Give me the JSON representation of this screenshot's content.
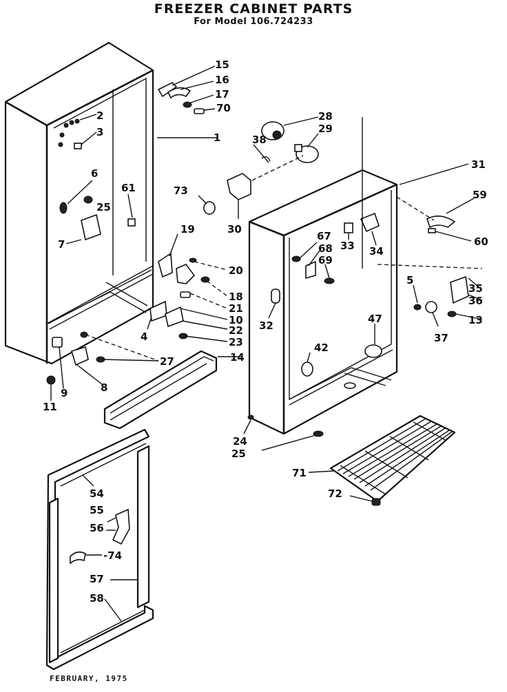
{
  "header": {
    "title": "FREEZER CABINET PARTS",
    "subtitle": "For Model 106.724233"
  },
  "footer": {
    "date": "FEBRUARY, 1975"
  },
  "callouts": [
    {
      "id": "c15",
      "label": "15"
    },
    {
      "id": "c16",
      "label": "16"
    },
    {
      "id": "c17",
      "label": "17"
    },
    {
      "id": "c70",
      "label": "70"
    },
    {
      "id": "c2",
      "label": "2"
    },
    {
      "id": "c3",
      "label": "3"
    },
    {
      "id": "c1",
      "label": "1"
    },
    {
      "id": "c6",
      "label": "6"
    },
    {
      "id": "c25a",
      "label": "25"
    },
    {
      "id": "c61",
      "label": "61"
    },
    {
      "id": "c7",
      "label": "7"
    },
    {
      "id": "c73",
      "label": "73"
    },
    {
      "id": "c19",
      "label": "19"
    },
    {
      "id": "c20",
      "label": "20"
    },
    {
      "id": "c18",
      "label": "18"
    },
    {
      "id": "c21",
      "label": "21"
    },
    {
      "id": "c10",
      "label": "10"
    },
    {
      "id": "c22",
      "label": "22"
    },
    {
      "id": "c23",
      "label": "23"
    },
    {
      "id": "c4",
      "label": "4"
    },
    {
      "id": "c27",
      "label": "27"
    },
    {
      "id": "c14",
      "label": "14"
    },
    {
      "id": "c8",
      "label": "8"
    },
    {
      "id": "c9",
      "label": "9"
    },
    {
      "id": "c11",
      "label": "11"
    },
    {
      "id": "c28",
      "label": "28"
    },
    {
      "id": "c29",
      "label": "29"
    },
    {
      "id": "c38",
      "label": "38"
    },
    {
      "id": "c30",
      "label": "30"
    },
    {
      "id": "c31",
      "label": "31"
    },
    {
      "id": "c59",
      "label": "59"
    },
    {
      "id": "c60",
      "label": "60"
    },
    {
      "id": "c67",
      "label": "67"
    },
    {
      "id": "c68",
      "label": "68"
    },
    {
      "id": "c69",
      "label": "69"
    },
    {
      "id": "c33",
      "label": "33"
    },
    {
      "id": "c34",
      "label": "34"
    },
    {
      "id": "c5",
      "label": "5"
    },
    {
      "id": "c35",
      "label": "35"
    },
    {
      "id": "c36",
      "label": "36"
    },
    {
      "id": "c13",
      "label": "13"
    },
    {
      "id": "c37",
      "label": "37"
    },
    {
      "id": "c32",
      "label": "32"
    },
    {
      "id": "c47",
      "label": "47"
    },
    {
      "id": "c42",
      "label": "42"
    },
    {
      "id": "c24",
      "label": "24"
    },
    {
      "id": "c25b",
      "label": "25"
    },
    {
      "id": "c71",
      "label": "71"
    },
    {
      "id": "c72",
      "label": "72"
    },
    {
      "id": "c54",
      "label": "54"
    },
    {
      "id": "c55",
      "label": "55"
    },
    {
      "id": "c56",
      "label": "56"
    },
    {
      "id": "c74",
      "label": "-74"
    },
    {
      "id": "c57",
      "label": "57"
    },
    {
      "id": "c58",
      "label": "58"
    }
  ]
}
